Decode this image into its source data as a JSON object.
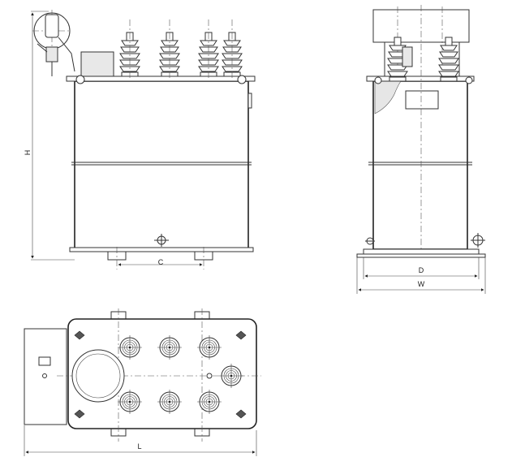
{
  "dimensions": {
    "height_label": "H",
    "mount_spacing_label": "C",
    "depth_label": "D",
    "width_label": "W",
    "length_label": "L"
  }
}
